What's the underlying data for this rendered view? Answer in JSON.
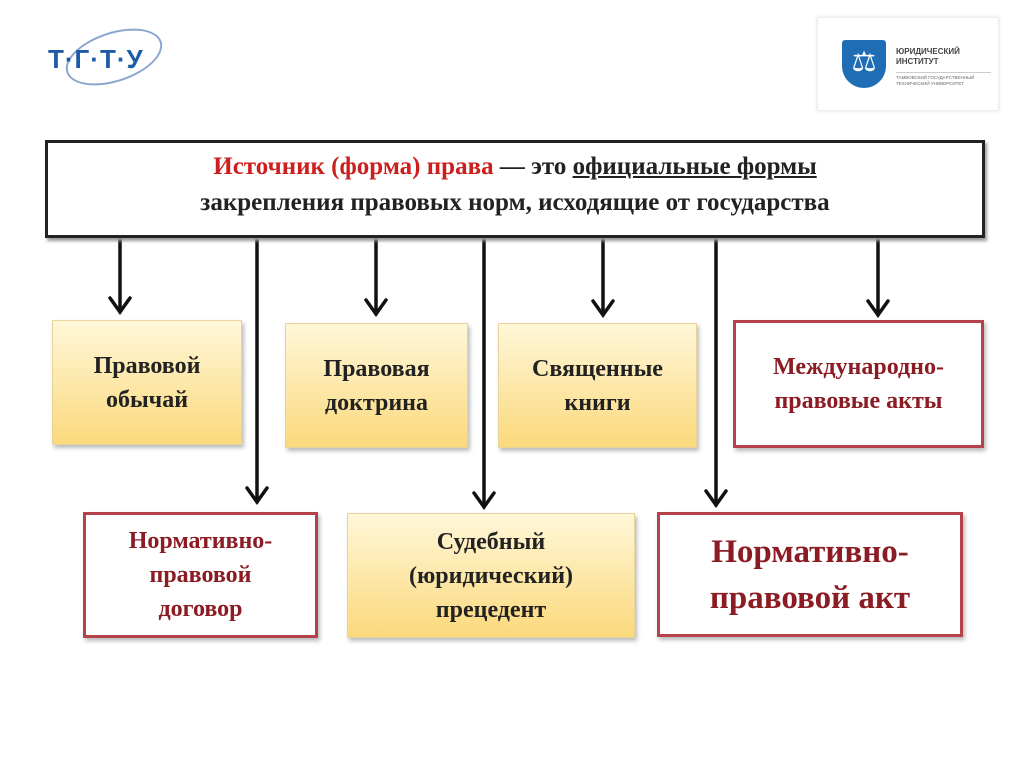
{
  "logos": {
    "left": "Т·Г·Т·У",
    "right_title": "ЮРИДИЧЕСКИЙ ИНСТИТУТ",
    "right_subtitle": "ТАМБОВСКИЙ ГОСУДАРСТВЕННЫЙ ТЕХНИЧЕСКИЙ УНИВЕРСИТЕТ"
  },
  "header": {
    "term": "Источник (форма) права",
    "dash": " — это ",
    "underlined": "официальные формы",
    "rest": "закрепления правовых норм, исходящие от государства"
  },
  "boxes": [
    {
      "line1": "Правовой",
      "line2": "обычай"
    },
    {
      "line1": "Правовая",
      "line2": "доктрина"
    },
    {
      "line1": "Священные",
      "line2": "книги"
    },
    {
      "line1": "Международно-",
      "line2": "правовые акты"
    },
    {
      "line1": "Нормативно-",
      "line2": "правовой",
      "line3": "договор"
    },
    {
      "line1": "Судебный",
      "line2": "(юридический)",
      "line3": "прецедент"
    },
    {
      "line1": "Нормативно-",
      "line2": "правовой акт"
    }
  ],
  "colors": {
    "term_red": "#cc1f1f",
    "box_red_border": "#b5424a",
    "box_yellow": "#fbd97c",
    "logo_blue": "#1f5aa6"
  }
}
